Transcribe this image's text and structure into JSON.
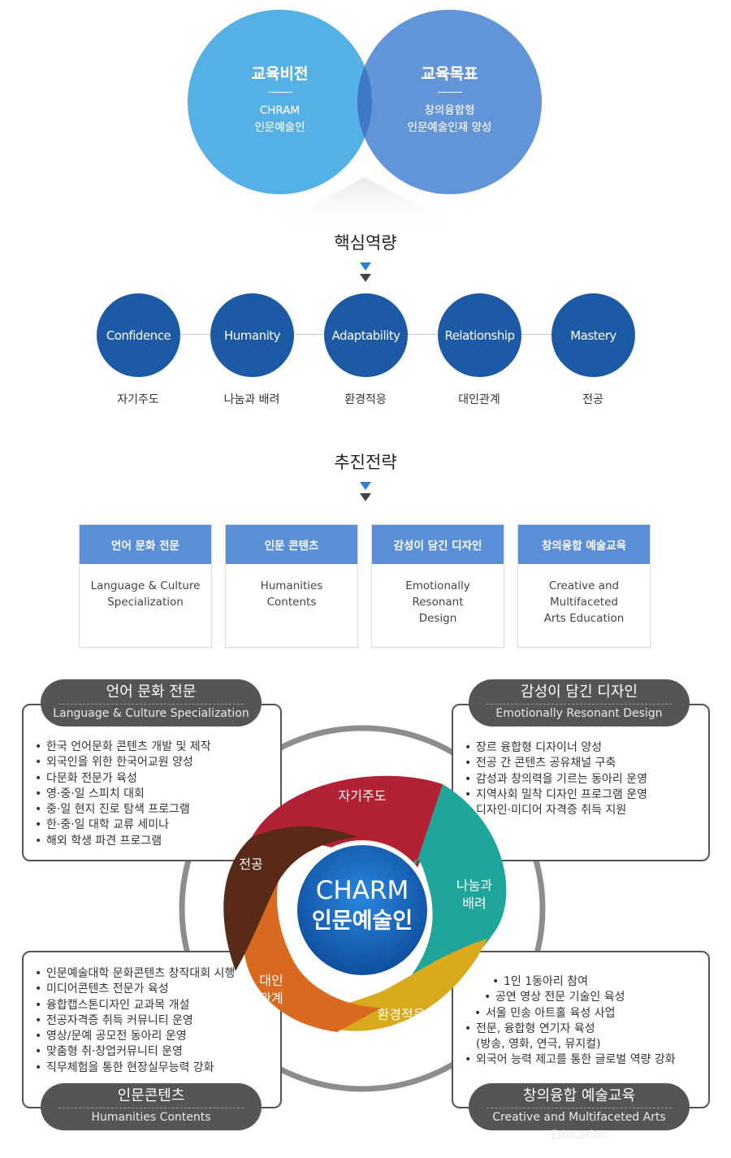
{
  "vision": {
    "title": "교육비전",
    "line1": "CHRAM",
    "line2": "인문예술인"
  },
  "goal": {
    "title": "교육목표",
    "line1": "창의융합형",
    "line2": "인문예술인재 양성"
  },
  "core_heading": "핵심역량",
  "competencies": [
    {
      "en": "Confidence",
      "ko": "자기주도"
    },
    {
      "en": "Humanity",
      "ko": "나눔과 배려"
    },
    {
      "en": "Adaptability",
      "ko": "환경적응"
    },
    {
      "en": "Relationship",
      "ko": "대인관계"
    },
    {
      "en": "Mastery",
      "ko": "전공"
    }
  ],
  "strategy_heading": "추진전략",
  "strategies": [
    {
      "title": "언어 문화 전문",
      "lines": [
        "Language & Culture",
        "Specialization"
      ]
    },
    {
      "title": "인문 콘텐츠",
      "lines": [
        "Humanities",
        "Contents"
      ]
    },
    {
      "title": "감성이 담긴 디자인",
      "lines": [
        "Emotionally",
        "Resonant",
        "Design"
      ]
    },
    {
      "title": "창의융합 예술교육",
      "lines": [
        "Creative and",
        "Multifaceted",
        "Arts Education"
      ]
    }
  ],
  "center": {
    "line1": "CHARM",
    "line2": "인문예술인"
  },
  "petals": {
    "top": "자기주도",
    "right": [
      "나눔과",
      "배려"
    ],
    "bottom": "환경적응",
    "left": [
      "대인",
      "관계"
    ],
    "topleft": "전공"
  },
  "panels": {
    "top_left": {
      "title": "언어 문화 전문",
      "subtitle": "Language & Culture Specialization",
      "items": [
        "한국 언어문화 콘텐츠 개발 및 제작",
        "외국인을 위한 한국어교원 양성",
        "다문화 전문가 육성",
        "영·중·일 스피치 대회",
        "중·일 현지 진로 탐색 프로그램",
        "한·중·일 대학 교류 세미나",
        "해외 학생 파견 프로그램"
      ]
    },
    "top_right": {
      "title": "감성이 담긴 디자인",
      "subtitle": "Emotionally Resonant Design",
      "items": [
        "장르 융합형 디자이너 양성",
        "전공 간 콘텐츠 공유채널 구축",
        "감성과 창의력을 기르는 동아리 운영",
        "지역사회 밀착 디자인 프로그램 운영",
        "디자인·미디어 자격증 취득 지원"
      ]
    },
    "bottom_left": {
      "title": "인문콘텐츠",
      "subtitle": "Humanities Contents",
      "items": [
        "인문예술대학 문화콘텐츠 창작대회 시행",
        "미디어콘텐츠 전문가 육성",
        "융합캡스톤디자인 교과목 개설",
        "전공자격증 취득 커뮤니티 운영",
        "영상/문예 공모전 동아리 운영",
        "맞춤형 취·창업커뮤니티 운영",
        "직무체험을 통한 현장실무능력 강화"
      ]
    },
    "bottom_right": {
      "title": "창의융합 예술교육",
      "subtitle": "Creative and Multifaceted Arts Education",
      "items": [
        "1인 1동아리 참여",
        "공연 영상 전문 기술인 육성",
        "서울 민송 아트홀 육성 사업",
        "전문, 융합형 연기자 육성",
        "(방송, 영화, 연극, 뮤지컬)",
        "외국어 능력 제고를 통한 글로벌 역량 강화"
      ]
    }
  },
  "colors": {
    "vision": "#55b0e6",
    "goal": "#5a8fd6",
    "competency": "#1c5aa6",
    "strategy_head": "#5a8ed6",
    "petal_red": "#b22234",
    "petal_teal": "#1fa59a",
    "petal_yellow": "#d9a91e",
    "petal_orange": "#d9691f",
    "petal_brown": "#5a2a18",
    "center": "#1565c0",
    "panel": "#555555"
  }
}
